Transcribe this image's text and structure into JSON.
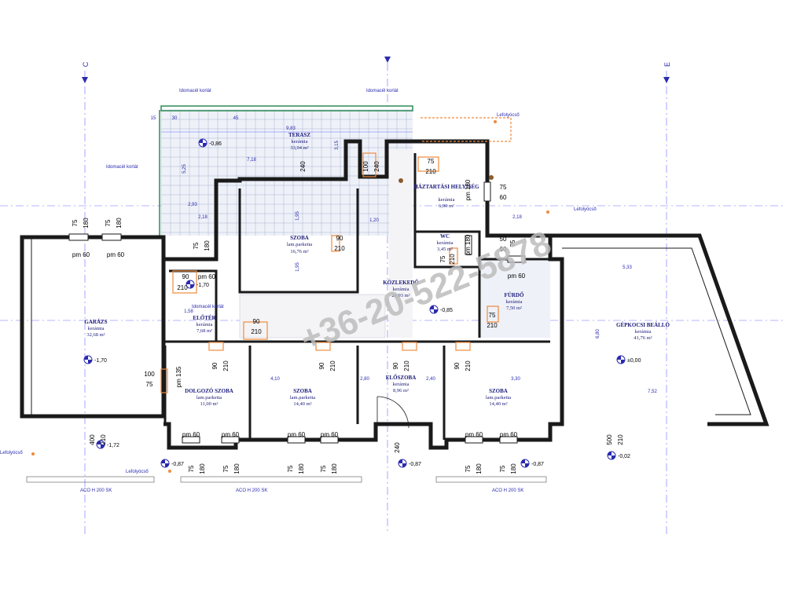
{
  "axes": {
    "left": "C",
    "right": "E"
  },
  "rooms": [
    {
      "id": "terasz",
      "name": "TERASZ",
      "material": "kerámia",
      "area": "33,94 m²"
    },
    {
      "id": "szoba-top",
      "name": "SZOBA",
      "material": "lam.parketta",
      "area": "16,76 m²"
    },
    {
      "id": "haztartasi",
      "name": "HÁZTARTÁSI HELYISÉG",
      "material": "kerámia",
      "area": "6,90 m²"
    },
    {
      "id": "wc",
      "name": "WC",
      "material": "kerámia",
      "area": "3,45 m²"
    },
    {
      "id": "kozlekedo",
      "name": "KÖZLEKEDŐ",
      "material": "kerámia",
      "area": "24,93 m²"
    },
    {
      "id": "furdo",
      "name": "FÜRDŐ",
      "material": "kerámia",
      "area": "7,50 m²"
    },
    {
      "id": "garazs",
      "name": "GARÁZS",
      "material": "kerámia",
      "area": "32,68 m²"
    },
    {
      "id": "eloter",
      "name": "ELŐTÉR",
      "material": "kerámia",
      "area": "7,68 m²"
    },
    {
      "id": "gepkocsi",
      "name": "GÉPKOCSI BEÁLLÓ",
      "material": "kerámia",
      "area": "41,76 m²"
    },
    {
      "id": "dolgozo",
      "name": "DOLGOZÓ SZOBA",
      "material": "lam.parketta",
      "area": "11,00 m²"
    },
    {
      "id": "szoba-mid",
      "name": "SZOBA",
      "material": "lam.parketta",
      "area": "14,40 m²"
    },
    {
      "id": "eloszoba",
      "name": "ELŐSZOBA",
      "material": "kerámia",
      "area": "8,96 m²"
    },
    {
      "id": "szoba-right",
      "name": "SZOBA",
      "material": "lam.parketta",
      "area": "14,40 m²"
    }
  ],
  "levels": {
    "terasz": "-0,86",
    "garazs": "-1,70",
    "eloter": "-1,70",
    "kozlekedo": "-0,85",
    "gepkocsi": "±0,00",
    "bl": "-1,72",
    "b1": "-0,87",
    "b2": "-0,87",
    "b3": "-0,87",
    "br": "-0,02"
  },
  "labels": {
    "korlat": "Idomacél korlát",
    "lefolyo": "Lefolyócső",
    "aco": "ACO H 200 SK"
  },
  "watermark": "+36-20-522-5878",
  "openings": {
    "w75": "75",
    "w180": "180",
    "pm60": "pm 60",
    "w90": "90",
    "w210": "210",
    "w100": "100",
    "w240": "240",
    "w50": "50",
    "w60": "60",
    "pm180": "pm 180",
    "pm135": "pm 135",
    "w400": "400",
    "w500": "500",
    "w120": "1,20"
  },
  "dims": {
    "d983": "9,83",
    "d718": "7,18",
    "d315": "3,15",
    "d525": "5,25",
    "d293": "2,93",
    "d218": "2,18",
    "d533": "5,33",
    "d752": "7,52",
    "d410": "4,10",
    "d280": "2,80",
    "d240": "2,40",
    "d330": "3,30",
    "d195": "1,95",
    "d158": "1,58",
    "d680": "6,80",
    "d30": "30",
    "d15": "15",
    "d45": "45"
  }
}
